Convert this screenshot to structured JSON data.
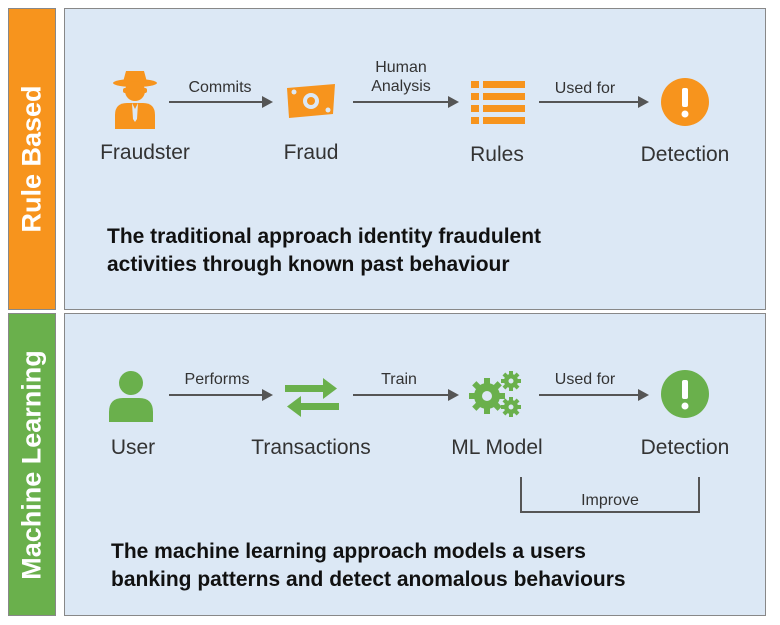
{
  "rule_based": {
    "side_label": "Rule Based",
    "accent": "#f7941d",
    "nodes": [
      "Fraudster",
      "Fraud",
      "Rules",
      "Detection"
    ],
    "edges": [
      "Commits",
      "Human\nAnalysis",
      "Used for"
    ],
    "description": "The traditional approach identity fraudulent activities through known past behaviour"
  },
  "machine_learning": {
    "side_label": "Machine Learning",
    "accent": "#6ab04c",
    "nodes": [
      "User",
      "Transactions",
      "ML Model",
      "Detection"
    ],
    "edges": [
      "Performs",
      "Train",
      "Used for"
    ],
    "feedback_label": "Improve",
    "description": "The machine learning approach models a users banking patterns and detect anomalous behaviours"
  },
  "icons": [
    "spy-icon",
    "banknote-icon",
    "list-icon",
    "exclamation-icon",
    "user-icon",
    "exchange-arrows-icon",
    "gears-icon",
    "exclamation-icon"
  ]
}
